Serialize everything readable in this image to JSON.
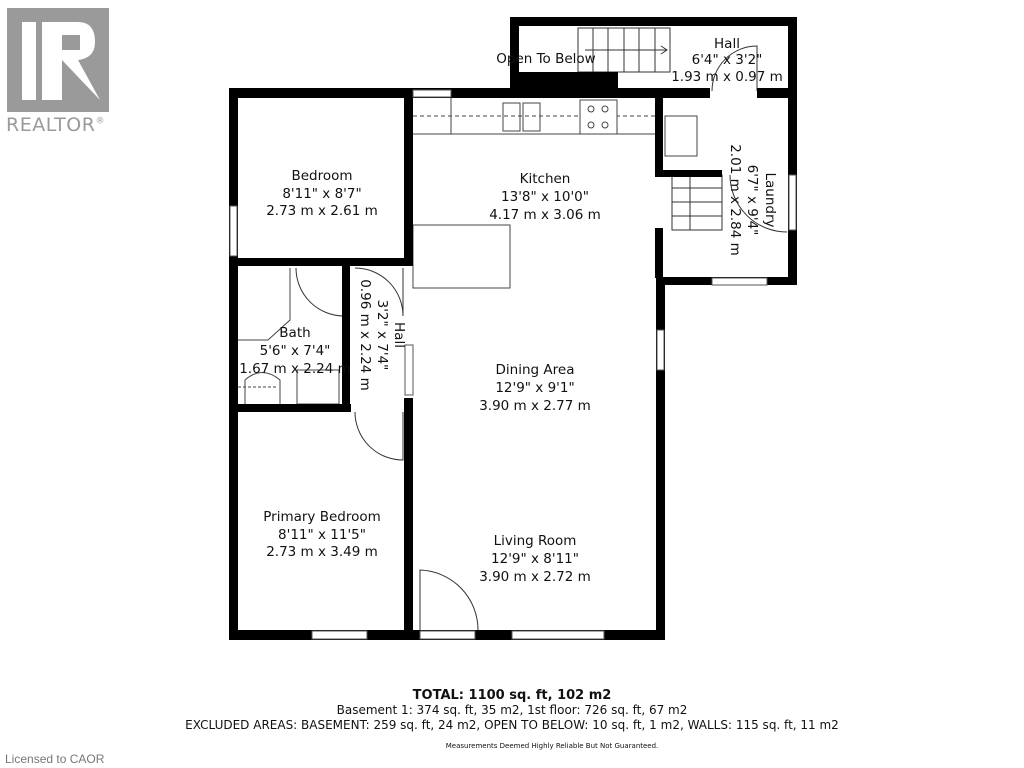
{
  "logo": {
    "text": "REALTOR",
    "mark": "®",
    "color": "#9a9a9a"
  },
  "rooms": {
    "open_to_below": {
      "name": "Open To Below"
    },
    "hall_top": {
      "name": "Hall",
      "imperial": "6'4\" x 3'2\"",
      "metric": "1.93 m x 0.97 m"
    },
    "bedroom": {
      "name": "Bedroom",
      "imperial": "8'11\" x 8'7\"",
      "metric": "2.73 m x 2.61 m"
    },
    "kitchen": {
      "name": "Kitchen",
      "imperial": "13'8\" x 10'0\"",
      "metric": "4.17 m x 3.06 m"
    },
    "laundry": {
      "name": "Laundry",
      "imperial": "6'7\" x 9'4\"",
      "metric": "2.01 m x 2.84 m"
    },
    "bath": {
      "name": "Bath",
      "imperial": "5'6\" x 7'4\"",
      "metric": "1.67 m x 2.24 m"
    },
    "hall_mid": {
      "name": "Hall",
      "imperial": "3'2\" x 7'4\"",
      "metric": "0.96 m x 2.24 m"
    },
    "dining": {
      "name": "Dining Area",
      "imperial": "12'9\" x 9'1\"",
      "metric": "3.90 m x 2.77 m"
    },
    "primary_bedroom": {
      "name": "Primary Bedroom",
      "imperial": "8'11\" x 11'5\"",
      "metric": "2.73 m x 3.49 m"
    },
    "living": {
      "name": "Living Room",
      "imperial": "12'9\" x 8'11\"",
      "metric": "3.90 m x 2.72 m"
    }
  },
  "summary": {
    "total": "TOTAL: 1100 sq. ft, 102 m2",
    "floors": "Basement 1: 374 sq. ft, 35 m2, 1st floor: 726 sq. ft, 67 m2",
    "excluded": "EXCLUDED AREAS: BASEMENT: 259 sq. ft, 24 m2, OPEN TO BELOW: 10 sq. ft, 1 m2, WALLS: 115 sq. ft, 11 m2",
    "disclaimer": "Measurements Deemed Highly Reliable But Not Guaranteed."
  },
  "footer": {
    "license": "Licensed to CAOR"
  }
}
